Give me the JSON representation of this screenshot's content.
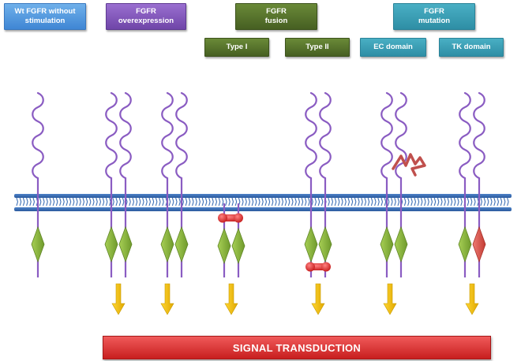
{
  "categories": [
    {
      "id": "wt",
      "lines": [
        "Wt FGFR without",
        "stimulation"
      ],
      "color": "#4a90e2"
    },
    {
      "id": "overexpression",
      "lines": [
        "FGFR",
        "overexpression"
      ],
      "color": "#7b52b9"
    },
    {
      "id": "fusion",
      "lines": [
        "FGFR",
        "fusion"
      ],
      "color": "#526e2a"
    },
    {
      "id": "mutation",
      "lines": [
        "FGFR",
        "mutation"
      ],
      "color": "#34a0b8"
    }
  ],
  "subcategories": [
    {
      "id": "type1",
      "label": "Type I"
    },
    {
      "id": "type2",
      "label": "Type II"
    },
    {
      "id": "ec",
      "label": "EC domain"
    },
    {
      "id": "tk",
      "label": "TK domain"
    }
  ],
  "signal": {
    "label": "SIGNAL TRANSDUCTION",
    "color": "#d62b2b"
  },
  "colors": {
    "receptor": "#8a5cc2",
    "kinase": "#8ab43c",
    "kinase_mutant": "#d9534f",
    "membrane": "#3c6fb6",
    "arrow": "#f2c200",
    "fusion_partner": "#d93a3a",
    "ligand": "#c0504d"
  }
}
